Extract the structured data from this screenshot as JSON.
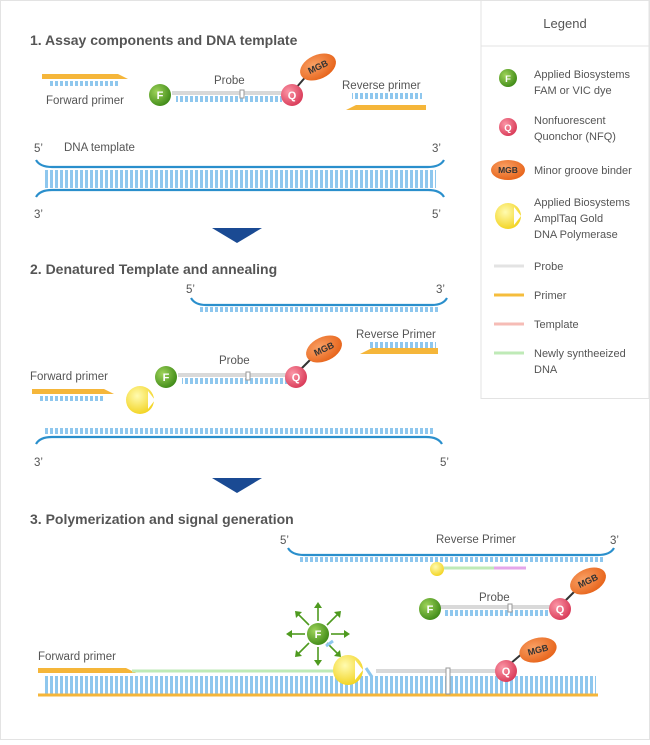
{
  "sections": [
    {
      "title": "1. Assay components and DNA template"
    },
    {
      "title": "2. Denatured Template and annealing"
    },
    {
      "title": "3. Polymerization and signal generation"
    }
  ],
  "labels": {
    "forward_primer_1": "Forward primer",
    "probe_1": "Probe",
    "reverse_primer_1": "Reverse primer",
    "dna_template": "DNA template",
    "forward_primer_2": "Forward primer",
    "probe_2": "Probe",
    "reverse_primer_2": "Reverse Primer",
    "reverse_primer_3": "Reverse Primer",
    "probe_3": "Probe",
    "forward_primer_3": "Forward primer"
  },
  "ends": {
    "five_prime": "5’",
    "three_prime": "3’"
  },
  "badges": {
    "fluor": "F",
    "quencher": "Q",
    "mgb": "MGB"
  },
  "legend": {
    "title": "Legend",
    "items": [
      {
        "badge": "F",
        "lines": [
          "Applied Biosystems",
          "FAM or VIC dye"
        ]
      },
      {
        "badge": "Q",
        "lines": [
          "Nonfuorescent",
          "Quonchor (NFQ)"
        ]
      },
      {
        "badge": "MGB",
        "lines": [
          "Minor groove binder"
        ]
      },
      {
        "badge": "",
        "lines": [
          "Applied Biosystems",
          "AmplTaq Gold",
          "DNA Polymerase"
        ]
      },
      {
        "line_color": "#e3e3e3",
        "lines": [
          "Probe"
        ]
      },
      {
        "line_color": "#f5bd3c",
        "lines": [
          "Primer"
        ]
      },
      {
        "line_color": "#f6bcb6",
        "lines": [
          "Template"
        ]
      },
      {
        "line_color": "#bfeab7",
        "lines": [
          "Newly syntheeized",
          "DNA"
        ]
      }
    ]
  },
  "colors": {
    "dna_blue": "#2a8fcc",
    "tick_blue": "#8ec7ee",
    "primer_orange": "#f5b63a",
    "fluor_green": "#4e9a1f",
    "quencher_red": "#e4506a",
    "mgb_orange": "#ec6a1e",
    "polymerase_yellow": "#f7e23e",
    "arrow_navy": "#1a4a93",
    "new_dna_green": "#bfeab7"
  }
}
